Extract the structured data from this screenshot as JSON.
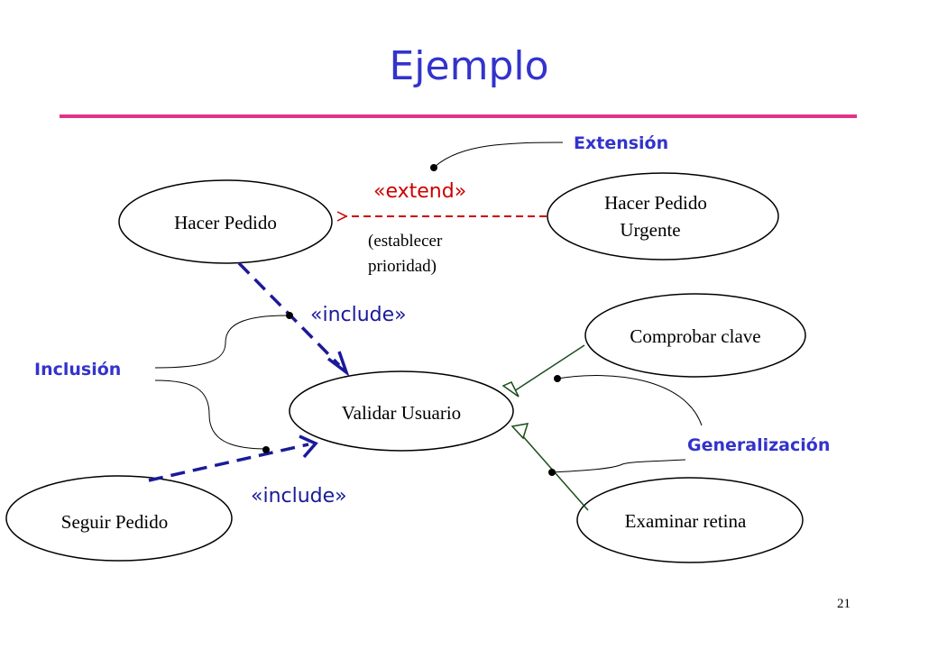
{
  "title": "Ejemplo",
  "page_number": "21",
  "labels": {
    "extension": "Extensión",
    "inclusion": "Inclusión",
    "generalization": "Generalización"
  },
  "stereotypes": {
    "extend": "«extend»",
    "include_top": "«include»",
    "include_bottom": "«include»"
  },
  "extend_note": {
    "line1": "(establecer",
    "line2": "prioridad)"
  },
  "use_cases": {
    "hacer_pedido": "Hacer Pedido",
    "hacer_pedido_urgente_line1": "Hacer Pedido",
    "hacer_pedido_urgente_line2": "Urgente",
    "comprobar_clave": "Comprobar clave",
    "validar_usuario": "Validar Usuario",
    "examinar_retina": "Examinar retina",
    "seguir_pedido": "Seguir Pedido"
  },
  "colors": {
    "title": "#3333cc",
    "rule": "#e0338a",
    "extend": "#cc0000",
    "include": "#1a1a99",
    "generalization": "#1a4d1a"
  }
}
